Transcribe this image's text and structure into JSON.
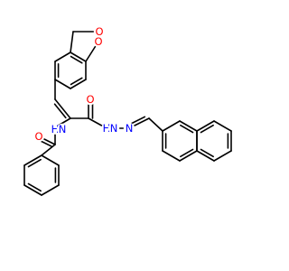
{
  "molecule": {
    "colors": {
      "bond": "#000000",
      "oxygen": "#ff0000",
      "nitrogen": "#0000ff",
      "hydrogen_on_n": "#0000ff"
    },
    "atom_labels": {
      "o_dioxole_top": "O",
      "o_dioxole_bottom": "O",
      "o_hydrazide_carbonyl": "O",
      "nh_hydrazide": "H",
      "n_hydrazide": "N",
      "n_hydrazone": "N",
      "nh_amide": "H",
      "n_amide": "N",
      "o_amide_carbonyl": "O"
    }
  }
}
